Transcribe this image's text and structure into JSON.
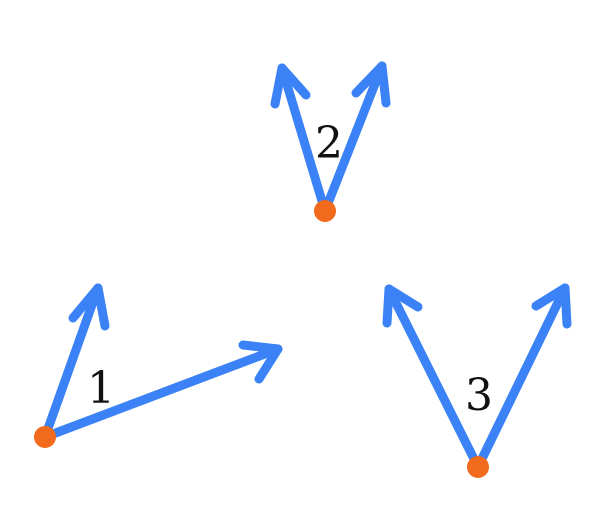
{
  "colors": {
    "vector": "#3b82f6",
    "vertex": "#f26b1d",
    "label": "#111111",
    "background": "#ffffff"
  },
  "figures": [
    {
      "id": "angle-1",
      "label": "1",
      "vertex_icon": "dot",
      "arrow_icon": "open-arrowhead"
    },
    {
      "id": "angle-2",
      "label": "2",
      "vertex_icon": "dot",
      "arrow_icon": "open-arrowhead"
    },
    {
      "id": "angle-3",
      "label": "3",
      "vertex_icon": "dot",
      "arrow_icon": "open-arrowhead"
    }
  ]
}
